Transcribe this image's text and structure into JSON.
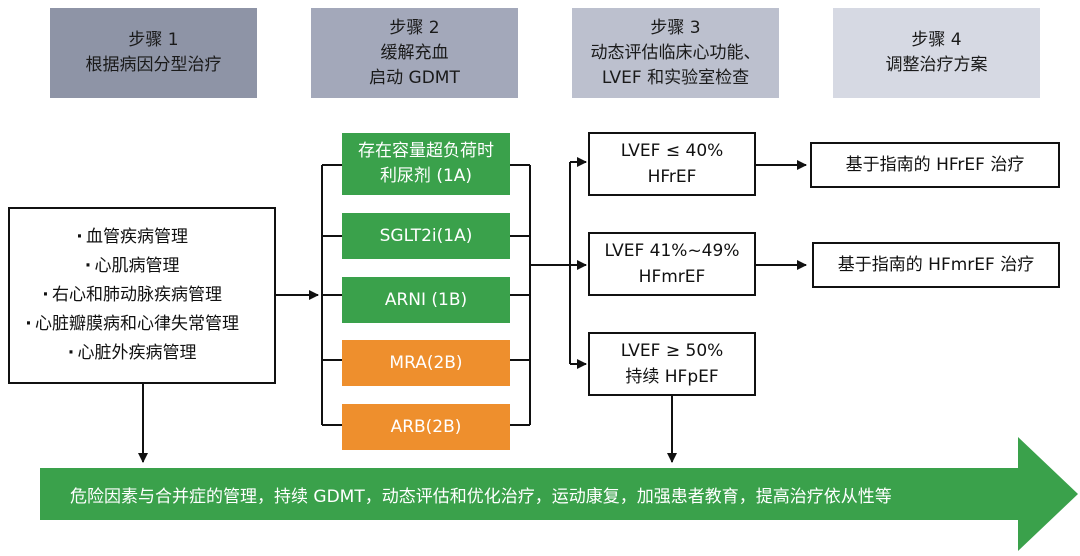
{
  "steps": [
    {
      "line1": "步骤 1",
      "line2": "根据病因分型治疗",
      "line3": "",
      "color": "#8e94a6"
    },
    {
      "line1": "步骤 2",
      "line2": "缓解充血",
      "line3": "启动 GDMT",
      "color": "#a3a8ba"
    },
    {
      "line1": "步骤 3",
      "line2": "动态评估临床心功能、",
      "line3": "LVEF 和实验室检查",
      "color": "#bcc0ce"
    },
    {
      "line1": "步骤 4",
      "line2": "调整治疗方案",
      "line3": "",
      "color": "#d6d9e3"
    }
  ],
  "conditions": {
    "bullet": "·",
    "items": [
      "血管疾病管理",
      "心肌病管理",
      "右心和肺动脉疾病管理",
      "心脏瓣膜病和心律失常管理",
      "心脏外疾病管理"
    ]
  },
  "therapies": [
    {
      "line1": "存在容量超负荷时",
      "line2": "利尿剂 (1A)",
      "color": "green"
    },
    {
      "line1": "SGLT2i(1A)",
      "line2": "",
      "color": "green"
    },
    {
      "line1": "ARNI (1B)",
      "line2": "",
      "color": "green"
    },
    {
      "line1": "MRA(2B)",
      "line2": "",
      "color": "orange"
    },
    {
      "line1": "ARB(2B)",
      "line2": "",
      "color": "orange"
    }
  ],
  "lvef": [
    {
      "line1": "LVEF ≤ 40%",
      "line2": "HFrEF"
    },
    {
      "line1": "LVEF 41%~49%",
      "line2": "HFmrEF"
    },
    {
      "line1": "LVEF ≥ 50%",
      "line2": "持续 HFpEF"
    }
  ],
  "outcomes": [
    "基于指南的 HFrEF 治疗",
    "基于指南的 HFmrEF 治疗"
  ],
  "banner": {
    "text": "危险因素与合并症的管理，持续 GDMT，动态评估和优化治疗，运动康复，加强患者教育，提高治疗依从性等",
    "color": "#3aa14b"
  }
}
